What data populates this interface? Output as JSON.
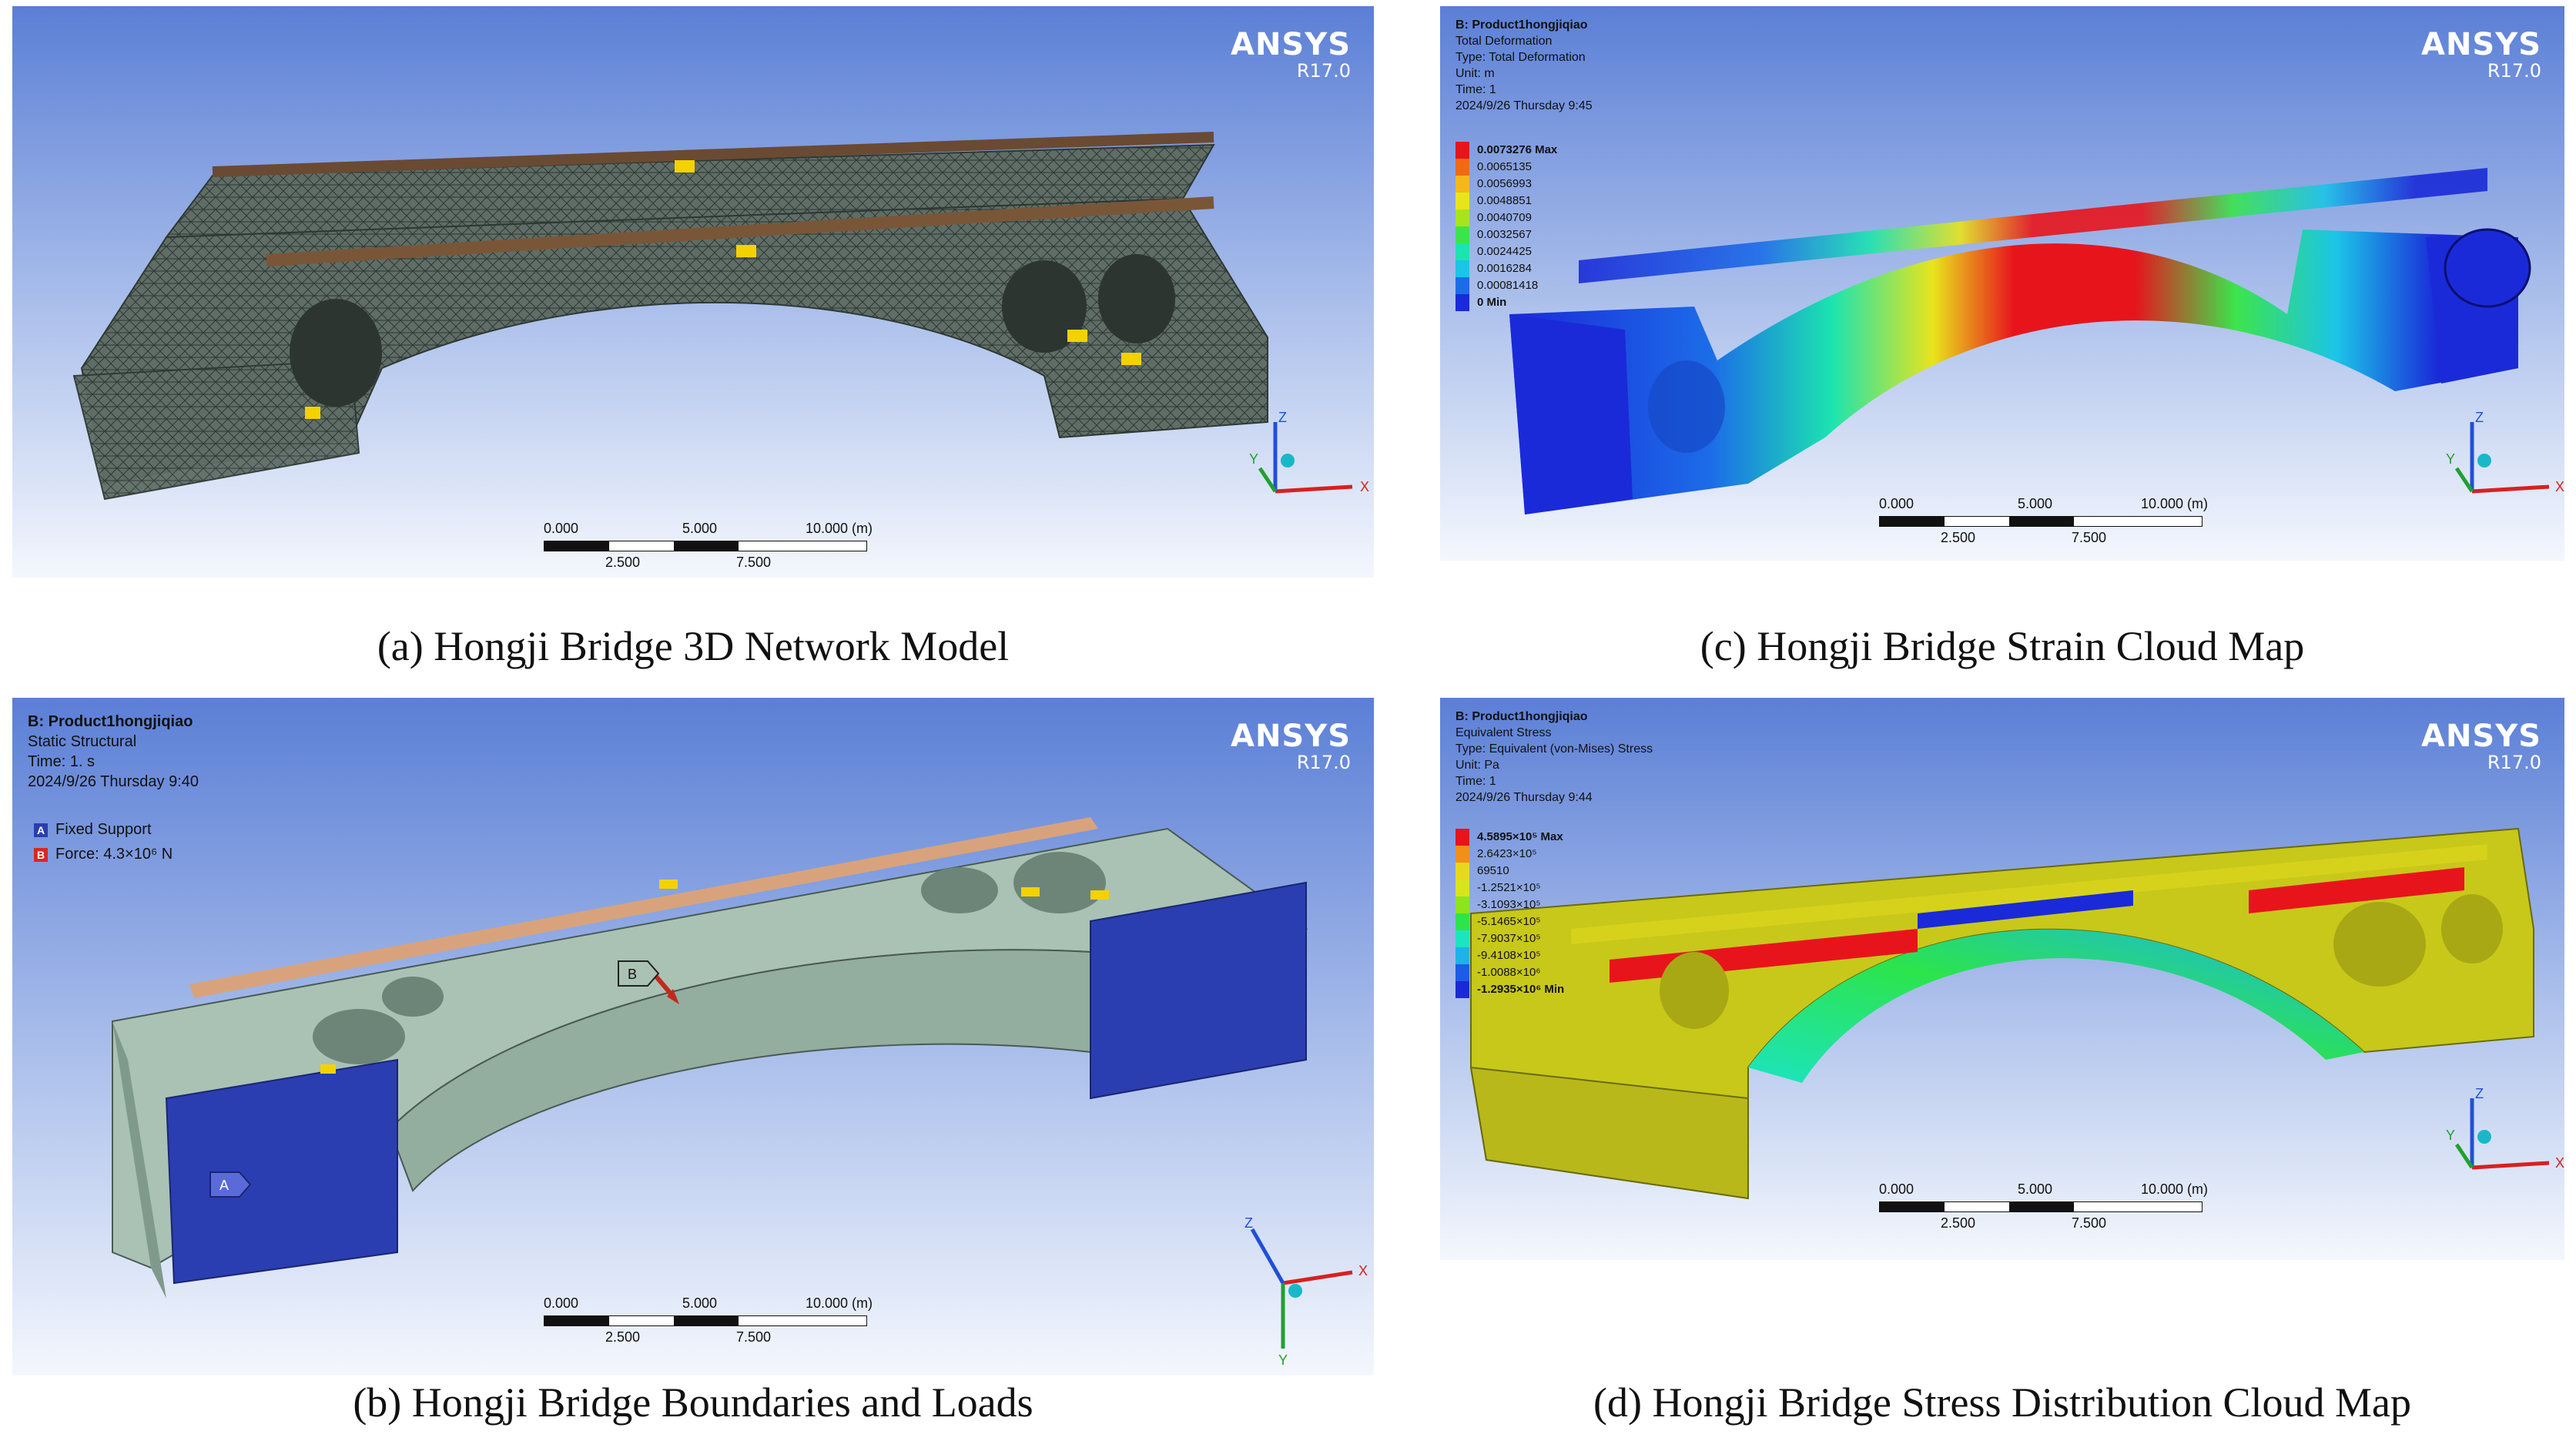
{
  "panels": {
    "a": {
      "ansys": {
        "brand": "ANSYS",
        "version": "R17.0"
      },
      "scale": {
        "ticks_top": [
          "0.000",
          "5.000",
          "10.000 (m)"
        ],
        "ticks_bottom": [
          "2.500",
          "7.500"
        ]
      },
      "triad": {
        "x": "X",
        "y": "Y",
        "z": "Z"
      },
      "caption": "(a) Hongji Bridge 3D Network Model"
    },
    "b": {
      "ansys": {
        "brand": "ANSYS",
        "version": "R17.0"
      },
      "info": [
        "B: Product1hongjiqiao",
        "Static Structural",
        "Time: 1. s",
        "2024/9/26 Thursday  9:40"
      ],
      "boundaries": [
        {
          "tag": "A",
          "label": "Fixed Support",
          "color": "#2a3eb1"
        },
        {
          "tag": "B",
          "label": "Force: 4.3×10⁶ N",
          "color": "#d62a1e"
        }
      ],
      "markers": {
        "a": "A",
        "b": "B"
      },
      "scale": {
        "ticks_top": [
          "0.000",
          "5.000",
          "10.000 (m)"
        ],
        "ticks_bottom": [
          "2.500",
          "7.500"
        ]
      },
      "triad": {
        "x": "X",
        "y": "Y",
        "z": "Z"
      },
      "caption": "(b) Hongji Bridge Boundaries and Loads"
    },
    "c": {
      "ansys": {
        "brand": "ANSYS",
        "version": "R17.0"
      },
      "info": [
        "B: Product1hongjiqiao",
        "Total Deformation",
        "Type: Total Deformation",
        "Unit: m",
        "Time: 1",
        "2024/9/26 Thursday 9:45"
      ],
      "legend": [
        {
          "label": "0.0073276 Max",
          "color": "#e8141c"
        },
        {
          "label": "0.0065135",
          "color": "#f06a14"
        },
        {
          "label": "0.0056993",
          "color": "#f5b818"
        },
        {
          "label": "0.0048851",
          "color": "#e8e41c"
        },
        {
          "label": "0.0040709",
          "color": "#a8e41c"
        },
        {
          "label": "0.0032567",
          "color": "#3ce44c"
        },
        {
          "label": "0.0024425",
          "color": "#1ce4b0"
        },
        {
          "label": "0.0016284",
          "color": "#1cc4e8"
        },
        {
          "label": "0.00081418",
          "color": "#1c6ce8"
        },
        {
          "label": "0 Min",
          "color": "#1a2ad8"
        }
      ],
      "scale": {
        "ticks_top": [
          "0.000",
          "5.000",
          "10.000 (m)"
        ],
        "ticks_bottom": [
          "2.500",
          "7.500"
        ]
      },
      "triad": {
        "x": "X",
        "y": "Y",
        "z": "Z"
      },
      "caption": "(c) Hongji Bridge Strain Cloud Map"
    },
    "d": {
      "ansys": {
        "brand": "ANSYS",
        "version": "R17.0"
      },
      "info": [
        "B: Product1hongjiqiao",
        "Equivalent Stress",
        "Type: Equivalent (von-Mises) Stress",
        "Unit: Pa",
        "Time: 1",
        "2024/9/26 Thursday  9:44"
      ],
      "legend": [
        {
          "label": "4.5895×10⁵ Max",
          "color": "#e8141c"
        },
        {
          "label": "2.6423×10⁵",
          "color": "#f0901a"
        },
        {
          "label": "69510",
          "color": "#e8d81c"
        },
        {
          "label": "-1.2521×10⁵",
          "color": "#d8e41c"
        },
        {
          "label": "-3.1093×10⁵",
          "color": "#8ce41c"
        },
        {
          "label": "-5.1465×10⁵",
          "color": "#2ce44c"
        },
        {
          "label": "-7.9037×10⁵",
          "color": "#1ce4c0"
        },
        {
          "label": "-9.4108×10⁵",
          "color": "#1cb4e8"
        },
        {
          "label": "-1.0088×10⁶",
          "color": "#1c5ce8"
        },
        {
          "label": "-1.2935×10⁶ Min",
          "color": "#1a2ad8"
        }
      ],
      "scale": {
        "ticks_top": [
          "0.000",
          "5.000",
          "10.000 (m)"
        ],
        "ticks_bottom": [
          "2.500",
          "7.500"
        ]
      },
      "triad": {
        "x": "X",
        "y": "Y",
        "z": "Z"
      },
      "caption": "(d) Hongji Bridge Stress Distribution Cloud Map"
    }
  }
}
